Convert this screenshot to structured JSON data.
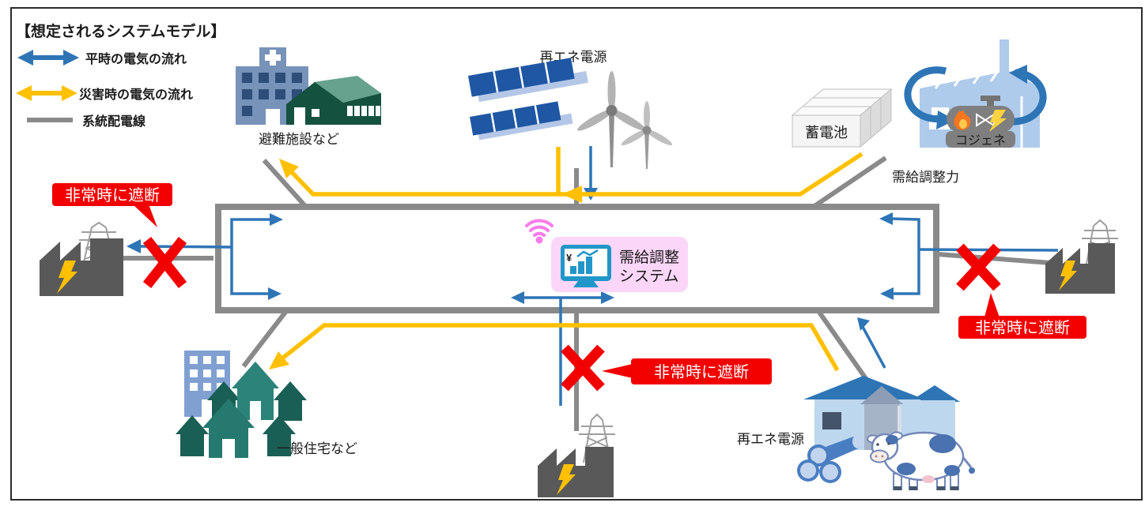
{
  "title": "【想定されるシステムモデル】",
  "legend": {
    "normal": "平時の電気の流れ",
    "disaster": "災害時の電気の流れ",
    "grid": "系統配電線"
  },
  "labels": {
    "evacuation": "避難施設など",
    "renewable_top": "再エネ電源",
    "battery": "蓄電池",
    "cogen": "コジェネ",
    "adjustment_capacity": "需給調整力",
    "system_line1": "需給調整",
    "system_line2": "システム",
    "houses": "一般住宅など",
    "renewable_bottom": "再エネ電源"
  },
  "callouts": {
    "left": "非常時に遮断",
    "right": "非常時に遮断",
    "bottom": "非常時に遮断"
  },
  "monitor": {
    "currency": "¥"
  },
  "colors": {
    "normal_flow_blue": "#2E75B6",
    "disaster_flow_yellow": "#FFC000",
    "grid_line_gray": "#8A8A8A",
    "alert_red": "#F20000",
    "system_box_pink": "#FBD6F8",
    "wifi_pink": "#F87BEA",
    "monitor_blue": "#2196C9"
  }
}
